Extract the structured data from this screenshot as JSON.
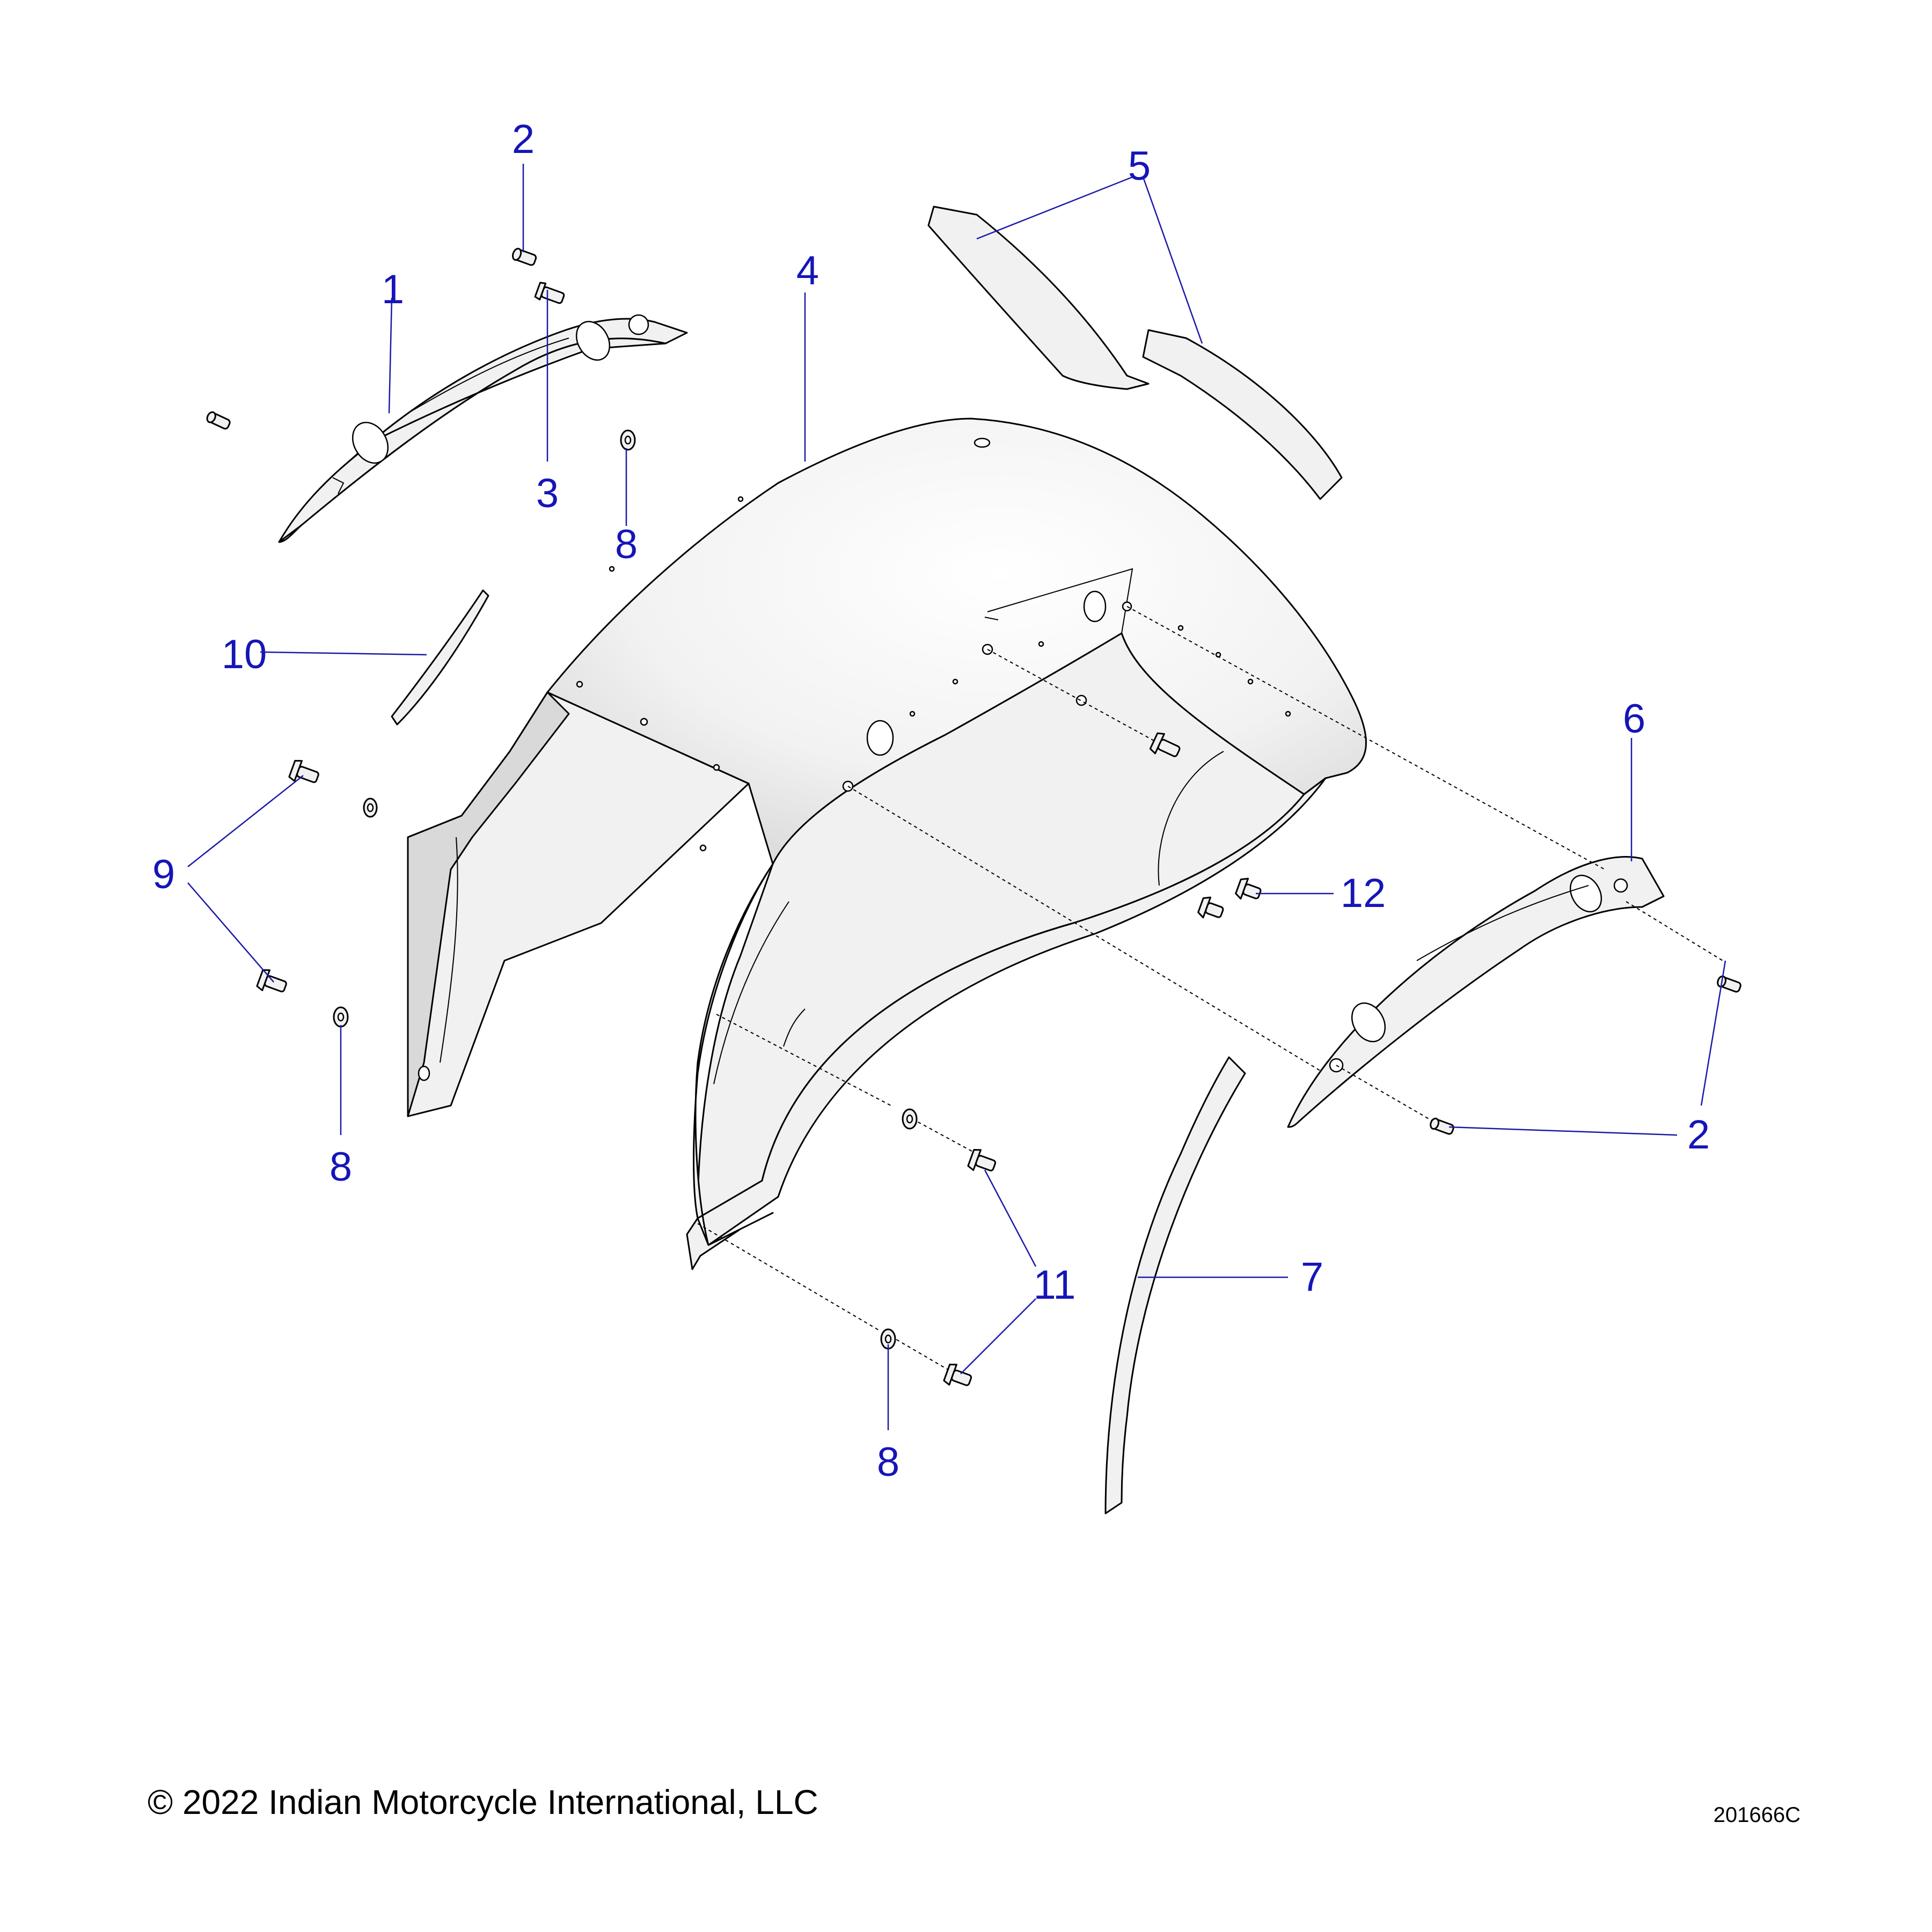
{
  "callouts": {
    "c1": "1",
    "c2_top": "2",
    "c2_right": "2",
    "c3": "3",
    "c4": "4",
    "c5": "5",
    "c6": "6",
    "c7": "7",
    "c8_top": "8",
    "c8_left": "8",
    "c8_bottom": "8",
    "c9": "9",
    "c10": "10",
    "c11": "11",
    "c12": "12"
  },
  "footer": {
    "copyright": "© 2022 Indian Motorcycle International, LLC",
    "drawing_number": "201666C"
  },
  "colors": {
    "callout": "#1515b8",
    "line_art": "#000000",
    "part_fill": "#f1f1f1"
  }
}
